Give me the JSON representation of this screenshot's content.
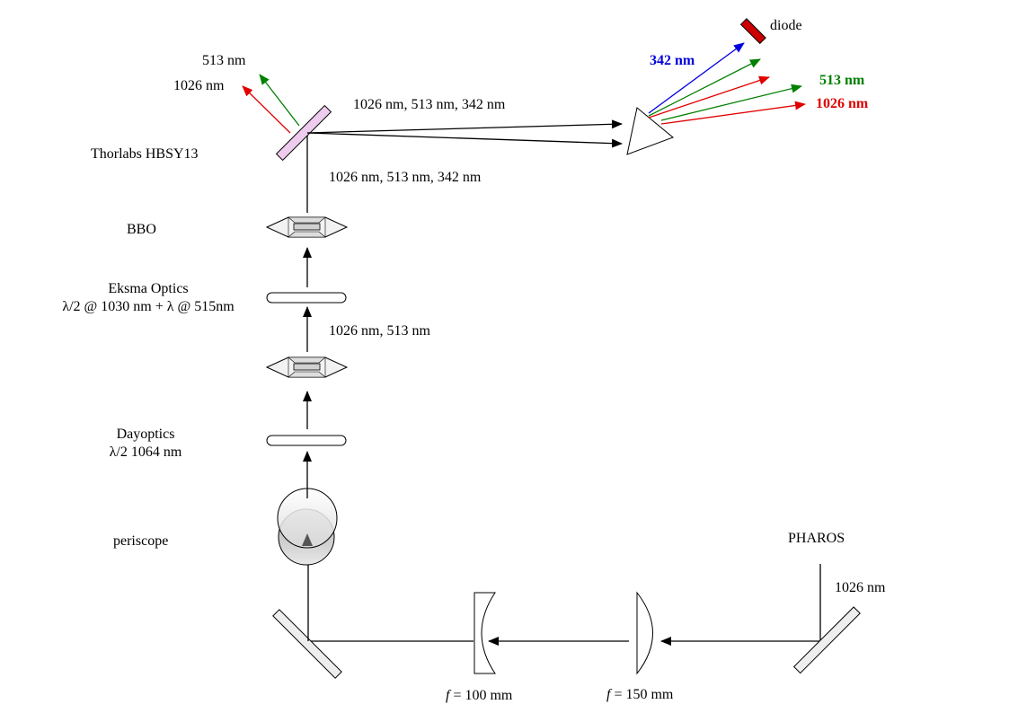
{
  "labels": {
    "diode": "diode",
    "out_342": "342 nm",
    "out_513": "513 nm",
    "out_1026": "1026 nm",
    "refl_513": "513 nm",
    "refl_1026": "1026 nm",
    "beam_top": "1026 nm, 513 nm, 342 nm",
    "beam_vertical": "1026 nm, 513 nm, 342 nm",
    "thorlabs": "Thorlabs HBSY13",
    "bbo": "BBO",
    "eksma_line1": "Eksma Optics",
    "eksma_line2": "λ/2 @ 1030 nm + λ @ 515nm",
    "beam_shg": "1026 nm, 513 nm",
    "dayoptics_line1": "Dayoptics",
    "dayoptics_line2": "λ/2 1064 nm",
    "periscope": "periscope",
    "pharos": "PHAROS",
    "pharos_beam": "1026 nm",
    "lens1_f": "f",
    "lens1_value": " = 100 mm",
    "lens2_f": "f",
    "lens2_value": " = 150 mm"
  },
  "colors": {
    "uv": "#0000dd",
    "green": "#008000",
    "red": "#e00000",
    "beam": "#000000",
    "mirror_fill": "#eeeeee",
    "beamsplitter_fill": "#eeccee",
    "diode_fill": "#cc0000"
  }
}
